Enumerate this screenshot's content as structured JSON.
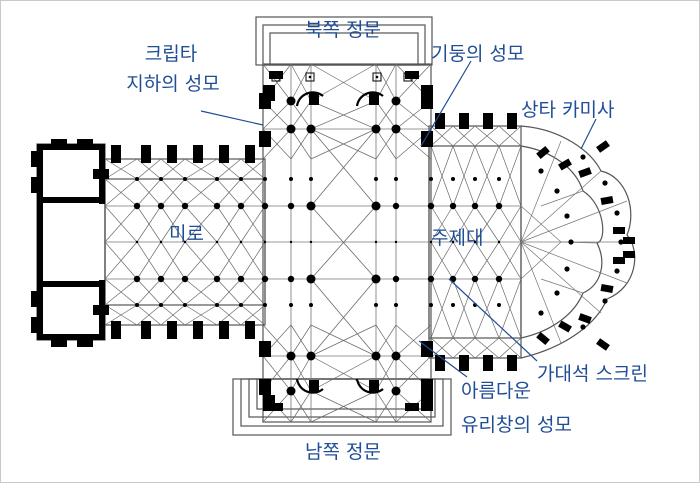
{
  "labels": {
    "north_portal": "북쪽 정문",
    "crypt_line1": "크립타",
    "crypt_line2": "지하의 성모",
    "pillar": "기둥의 성모",
    "upper_chapels": "상타 카미사",
    "labyrinth": "미로",
    "choir": "주제대",
    "choir_screen": "가대석 스크린",
    "window_line1": "아름다운",
    "window_line2": "유리창의 성모",
    "south_portal": "남쪽 정문"
  },
  "colors": {
    "label": "#1f4e96",
    "ink": "#000000",
    "line": "#555555",
    "background": "#ffffff"
  }
}
